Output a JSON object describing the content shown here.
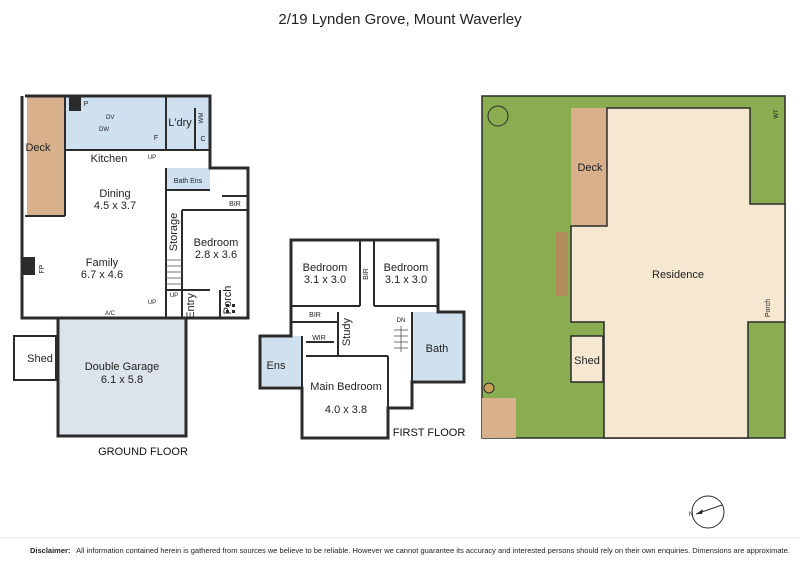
{
  "title": "2/19 Lynden Grove, Mount Waverley",
  "colors": {
    "deck": "#d9b08c",
    "wet": "#cfe0ef",
    "garage": "#dde3ea",
    "grass": "#8aad52",
    "wall": "#2b2b2b",
    "residence": "#f5e7d0"
  },
  "ground_floor": {
    "label": "GROUND FLOOR",
    "rooms": {
      "deck": "Deck",
      "kitchen": "Kitchen",
      "pantry": "P",
      "fridge": "F",
      "oven": "OV",
      "dishwasher": "DW",
      "laundry": "L'dry",
      "washing_machine": "WM",
      "cupboard": "C",
      "up_kitchen": "UP",
      "dining": "Dining",
      "dining_size": "4.5 x 3.7",
      "bath_ens": "Bath Ens",
      "storage": "Storage",
      "bir": "BIR",
      "bedroom": "Bedroom",
      "bedroom_size": "2.8 x 3.6",
      "family": "Family",
      "family_size": "6.7 x 4.6",
      "fireplace": "FP",
      "up_family": "UP",
      "up_stair": "UP",
      "entry": "Entry",
      "porch": "Porch",
      "ac": "A/C",
      "shed": "Shed",
      "garage": "Double Garage",
      "garage_size": "6.1 x 5.8"
    }
  },
  "first_floor": {
    "label": "FIRST FLOOR",
    "rooms": {
      "bedroom_a": "Bedroom",
      "bedroom_a_size": "3.1 x 3.0",
      "bedroom_b": "Bedroom",
      "bedroom_b_size": "3.1 x 3.0",
      "bir_1": "BIR",
      "bir_2": "BIR",
      "wir": "WIR",
      "study": "Study",
      "dn": "DN",
      "bath": "Bath",
      "ens": "Ens",
      "main_bedroom": "Main Bedroom",
      "main_bedroom_size": "4.0 x 3.8"
    }
  },
  "site_plan": {
    "deck": "Deck",
    "residence": "Residence",
    "porch": "Porch",
    "shed": "Shed",
    "wt": "WT",
    "north": "N"
  },
  "disclaimer": {
    "label": "Disclaimer:",
    "text": "All information contained herein is gathered from sources we believe to be reliable. However we cannot guarantee its accuracy and interested persons should rely on their own enquiries. Dimensions are approximate."
  }
}
